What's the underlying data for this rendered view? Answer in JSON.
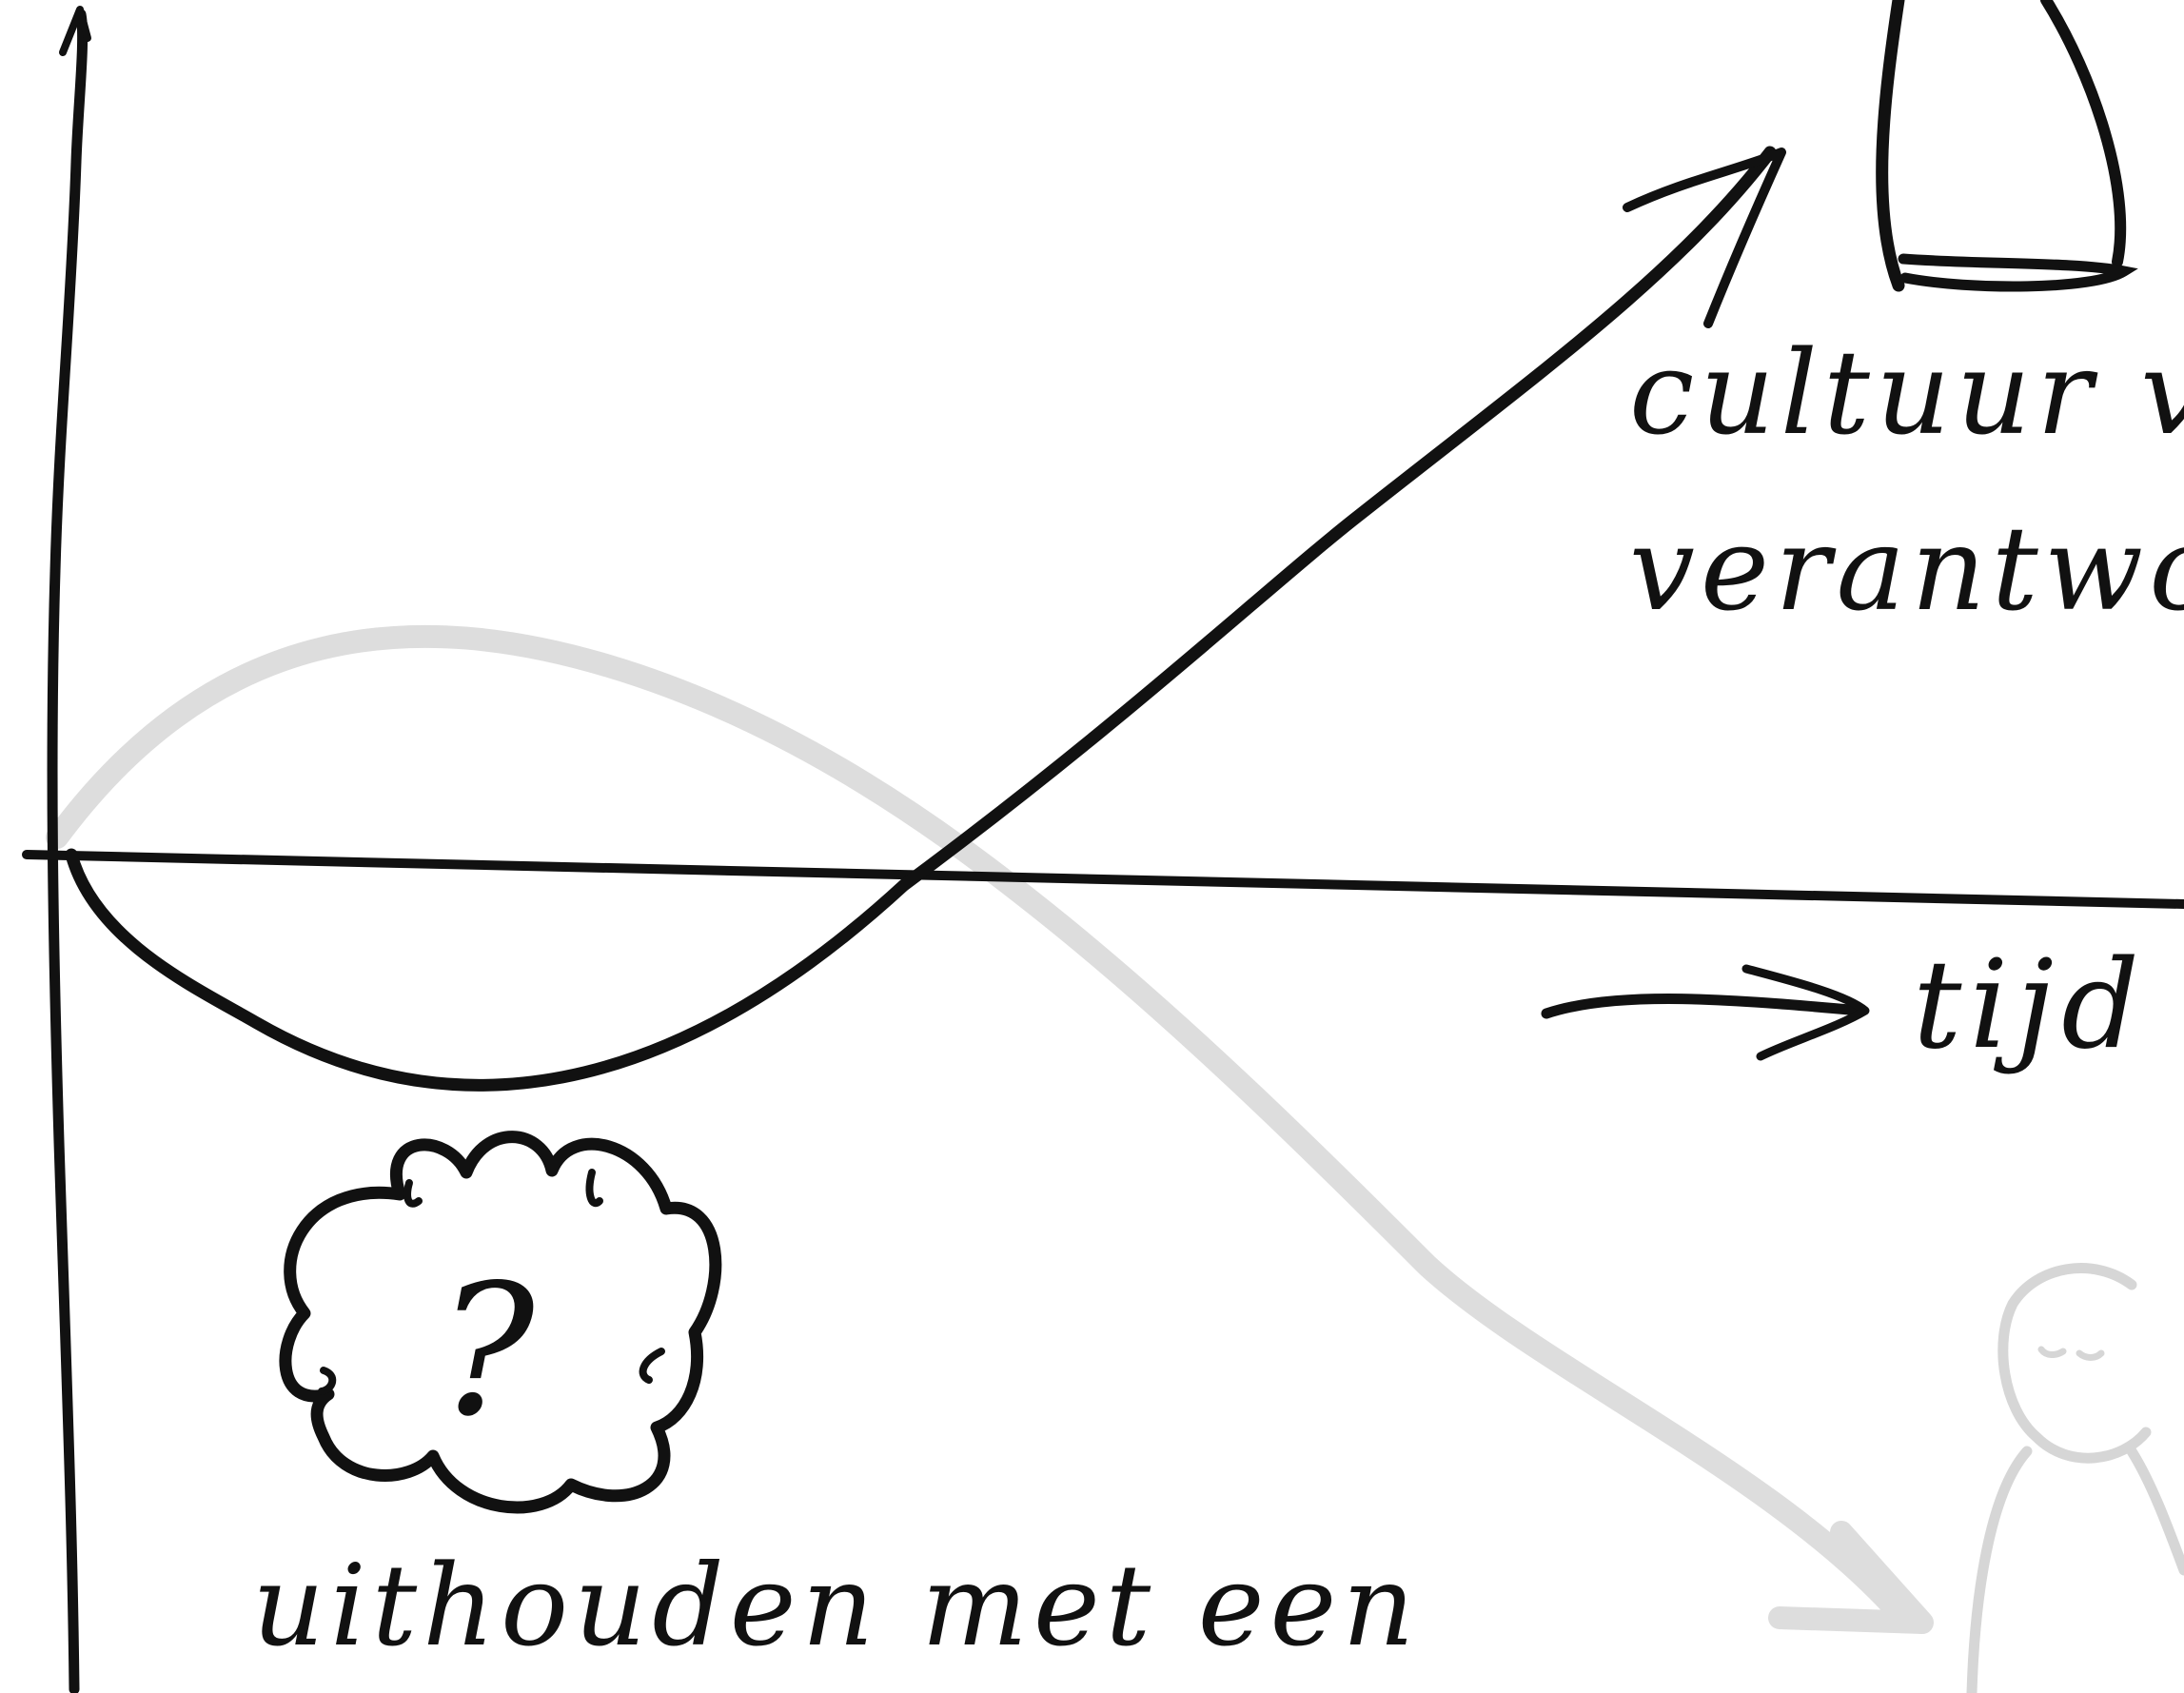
{
  "labels": {
    "culture_line1": "cultuur v",
    "culture_line2": "verantwo",
    "time": "tijd",
    "bottom": "uithouden met een",
    "thought_mark": "?"
  },
  "colors": {
    "ink": "#111111",
    "faded": "#dddddd",
    "faded_stroke": "#d6d6d6",
    "background": "#ffffff"
  },
  "icons": {
    "thought_bubble": "thought-cloud-icon",
    "trophy": "trophy-cup-icon",
    "person": "person-figure-icon"
  }
}
